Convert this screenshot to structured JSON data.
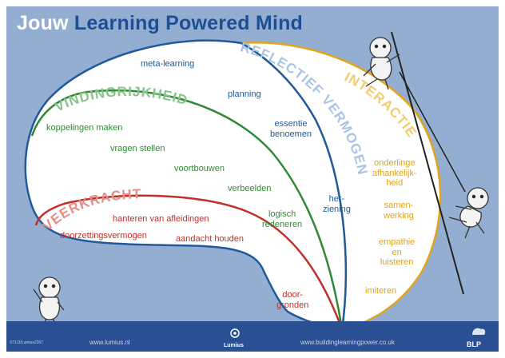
{
  "title": {
    "word1": "Jouw",
    "rest": "Learning Powered Mind"
  },
  "zones": {
    "reflectief": {
      "heading": "REFLECTIEF VERMOGEN",
      "items": [
        {
          "lines": [
            "meta-learning"
          ]
        },
        {
          "lines": [
            "planning"
          ]
        },
        {
          "lines": [
            "essentie",
            "benoemen"
          ]
        },
        {
          "lines": [
            "her-",
            "ziening"
          ]
        }
      ]
    },
    "vindingrijkheid": {
      "heading": "VINDINGRIJKHEID",
      "items": [
        {
          "lines": [
            "koppelingen maken"
          ]
        },
        {
          "lines": [
            "vragen stellen"
          ]
        },
        {
          "lines": [
            "voortbouwen"
          ]
        },
        {
          "lines": [
            "verbeelden"
          ]
        },
        {
          "lines": [
            "logisch",
            "redeneren"
          ]
        }
      ]
    },
    "veerkracht": {
      "heading": "VEERKRACHT",
      "items": [
        {
          "lines": [
            "hanteren van afleidingen"
          ]
        },
        {
          "lines": [
            "doorzettingsvermogen"
          ]
        },
        {
          "lines": [
            "aandacht houden"
          ]
        },
        {
          "lines": [
            "door-",
            "gronden"
          ]
        }
      ]
    },
    "interactie": {
      "heading": "INTERACTIE",
      "items": [
        {
          "lines": [
            "onderlinge",
            "afhankelijk-",
            "heid"
          ]
        },
        {
          "lines": [
            "samen-",
            "werking"
          ]
        },
        {
          "lines": [
            "empathie",
            "en",
            "luisteren"
          ]
        },
        {
          "lines": [
            "imiteren"
          ]
        }
      ]
    }
  },
  "footer": {
    "small": "©TLO/Lumius2007",
    "url1": "www.lumius.nl",
    "logo1": "Lumius",
    "url2": "www.buildinglearningpower.co.uk",
    "logo2": "BLP"
  },
  "colors": {
    "background": "#93aed1",
    "blue": "#205a9c",
    "green": "#2e8a34",
    "red": "#c0312b",
    "orange": "#e2a41a",
    "footer": "#2a4f93"
  }
}
